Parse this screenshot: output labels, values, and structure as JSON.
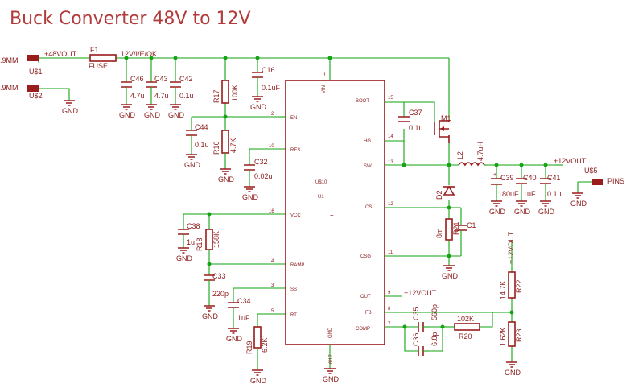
{
  "title": "Buck Converter 48V to 12V",
  "nets": {
    "vin": "+48VOUT",
    "vin_sw": "12V/I/E/OK",
    "vout": "+12VOUT",
    "vout_fb": "+12VOUT",
    "vout_rail": "+12VOUT"
  },
  "connectors": {
    "u1_name": "U$1",
    "u1_size": ".9MM",
    "u2_name": "U$2",
    "u2_size": ".9MM",
    "u5_name": "U$5",
    "u5_pins": "PINS"
  },
  "fuse": {
    "ref": "F1",
    "val": "FUSE"
  },
  "gnd_label": "GND",
  "ic": {
    "pins_left": [
      {
        "num": "2",
        "name": "EN"
      },
      {
        "num": "10",
        "name": "RES"
      },
      {
        "num": "16",
        "name": "VCC"
      },
      {
        "num": "4",
        "name": "RAMP"
      },
      {
        "num": "3",
        "name": "SS"
      },
      {
        "num": "5",
        "name": "RT"
      }
    ],
    "pins_right": [
      {
        "num": "15",
        "name": "BOOT"
      },
      {
        "num": "14",
        "name": "HG"
      },
      {
        "num": "13",
        "name": "SW"
      },
      {
        "num": "12",
        "name": "CS"
      },
      {
        "num": "11",
        "name": "CSG"
      },
      {
        "num": "9",
        "name": "OUT"
      },
      {
        "num": "8",
        "name": "FB"
      },
      {
        "num": "7",
        "name": "COMP"
      }
    ],
    "pin_top": {
      "num": "1",
      "name": "VIN"
    },
    "pin_bottom": {
      "num": "6/17",
      "name": "GND"
    }
  },
  "components": {
    "C46": {
      "ref": "C46",
      "val": "4.7u"
    },
    "C43": {
      "ref": "C43",
      "val": "4.7u"
    },
    "C42": {
      "ref": "C42",
      "val": "0.1u"
    },
    "R17": {
      "ref": "R17",
      "val": "100K"
    },
    "C16": {
      "ref": "C16",
      "val": "0.1uF"
    },
    "C44": {
      "ref": "C44",
      "val": "0.1u"
    },
    "R16": {
      "ref": "R16",
      "val": "4.7K"
    },
    "C32": {
      "ref": "C32",
      "val": "0.02u"
    },
    "C38": {
      "ref": "C38",
      "val": "1u"
    },
    "R18": {
      "ref": "R18",
      "val": "158K"
    },
    "C33": {
      "ref": "C33",
      "val": "220p"
    },
    "C34": {
      "ref": "C34",
      "val": "1uF"
    },
    "R19": {
      "ref": "R19",
      "val": "6.2K"
    },
    "C37": {
      "ref": "C37",
      "val": "0.1u"
    },
    "M1": {
      "ref": "M1"
    },
    "L2": {
      "ref": "L2",
      "val": "4.7uH"
    },
    "D2": {
      "ref": "D2"
    },
    "R21": {
      "ref": "R21",
      "val": "8m"
    },
    "C1": {
      "ref": "C1"
    },
    "C39": {
      "ref": "C39",
      "val": "180uF"
    },
    "C40": {
      "ref": "C40",
      "val": "1uF"
    },
    "C41": {
      "ref": "C41",
      "val": "0.1u"
    },
    "R22": {
      "ref": "R22",
      "val": "14.7K"
    },
    "R23": {
      "ref": "R23",
      "val": "1.62K"
    },
    "C35": {
      "ref": "C35",
      "val": "560p"
    },
    "C36": {
      "ref": "C36",
      "val": "6.8p"
    },
    "R20": {
      "ref": "R20",
      "val": "102K"
    }
  }
}
